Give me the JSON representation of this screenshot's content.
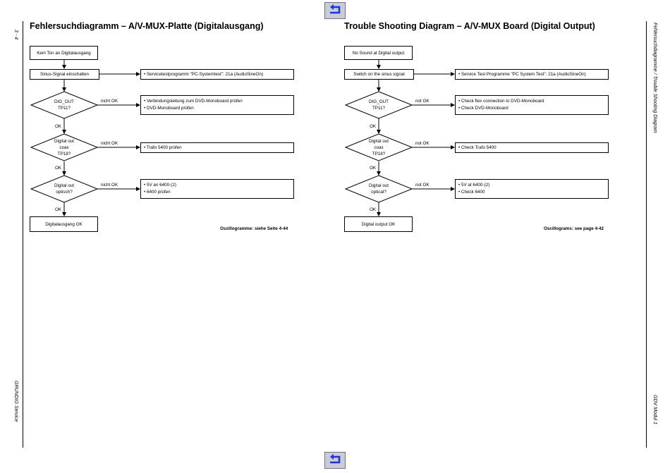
{
  "page": {
    "left_side_top": "3 - 4",
    "left_side_bottom": "GRUNDIG Service",
    "right_side_top": "Fehlersuchdiagramme / Trouble Shooting Diagram",
    "right_side_bottom": "GDV Modul 1",
    "back_icon": "return-arrow-icon",
    "accent_color": "#1f35d1"
  },
  "de": {
    "title": "Fehlersuchdiagramm – A/V-MUX-Platte (Digitalausgang)",
    "start": "Kein Ton an Digitalausgang",
    "step1": "Sinus-Signal einschalten",
    "step1_info": "• Servicetestprogramm \"PC-Systemtest\": 21a (AudioSineOn)",
    "d1": [
      "DIG_OUT",
      "TP11?"
    ],
    "d1_info": [
      "• Verbindungsleitung zum DVD-Monoboard prüfen",
      "• DVD-Monoboard prüfen"
    ],
    "d2": [
      "Digital out",
      "coax",
      "TP18?"
    ],
    "d2_info": [
      "• Trafo 5400 prüfen"
    ],
    "d3": [
      "Digital out",
      "optisch?"
    ],
    "d3_info": [
      "• 5V an 6400-(2)",
      "• 6400 prüfen"
    ],
    "nok": "nicht OK",
    "ok": "OK",
    "end": "Digitalausgang OK",
    "note": "Oszillogramme: siehe Seite 4-44"
  },
  "en": {
    "title": "Trouble Shooting Diagram – A/V-MUX Board (Digital Output)",
    "start": "No Sound at Digital output",
    "step1": "Switch on the sinus signal",
    "step1_info": "• Service Test Programme \"PC System Test\": 21a (AudioSineOn)",
    "d1": [
      "DIG_OUT",
      "TP11?"
    ],
    "d1_info": [
      "• Check flex connection to DVD-Monoboard",
      "• Check DVD-Monoboard"
    ],
    "d2": [
      "Digital out",
      "coax",
      "TP18?"
    ],
    "d2_info": [
      "• Check Trafo 5400"
    ],
    "d3": [
      "Digital out",
      "optical?"
    ],
    "d3_info": [
      "• 5V at 6400-(2)",
      "• Check 6400"
    ],
    "nok": "not OK",
    "ok": "OK",
    "end": "Digital output OK",
    "note": "Oscillograms: see page 4-42"
  }
}
